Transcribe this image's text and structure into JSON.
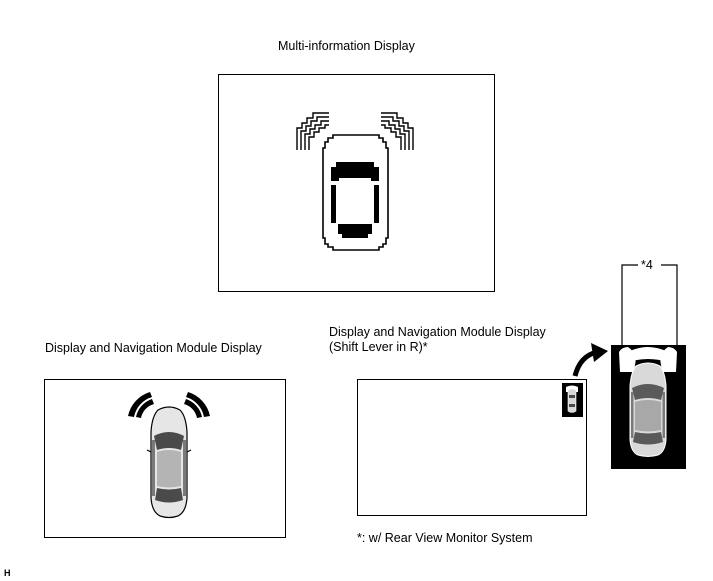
{
  "multi_info": {
    "title": "Multi-information Display"
  },
  "nav_module_left": {
    "title": "Display and Navigation Module Display"
  },
  "nav_module_right": {
    "title_line1": "Display and Navigation Module Display",
    "title_line2": "(Shift Lever in R)*"
  },
  "callout": {
    "label": "*4"
  },
  "footnote": {
    "text": "*: w/ Rear View Monitor System"
  },
  "figure_code": "H",
  "colors": {
    "line": "#000000",
    "background": "#ffffff",
    "car_body_light": "#e6e6e6",
    "car_body_mid": "#b4b4b4",
    "car_glass": "#4a4a4a",
    "zone_panel": "#000000"
  },
  "icons": {
    "mid_car": "car-top-view-icon",
    "sensor_arcs": "sensor-wave-icon",
    "arrow": "curved-arrow-icon"
  }
}
